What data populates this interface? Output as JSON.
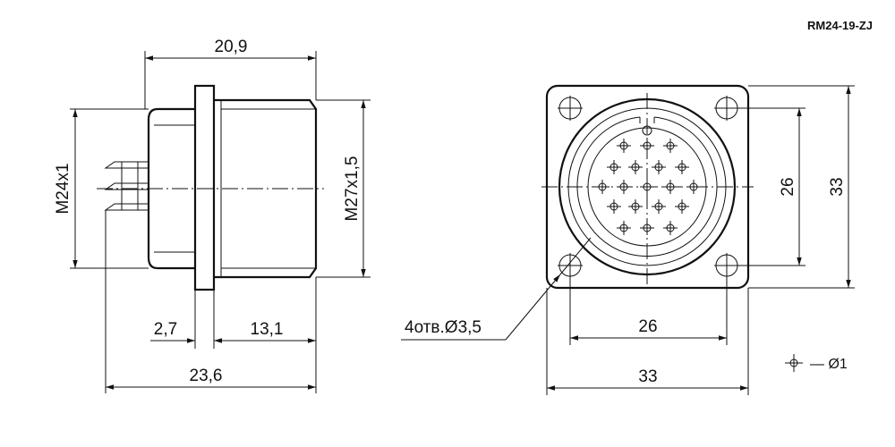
{
  "model": "RM24-19-ZJ",
  "side_view": {
    "overall_width": "20,9",
    "thread_left": "M24x1",
    "thread_right": "M27x1,5",
    "flange_thickness": "2,7",
    "body_length": "13,1",
    "total_length": "23,6"
  },
  "front_view": {
    "hole_spacing_vertical": "26",
    "flange_height": "33",
    "hole_spacing_horizontal": "26",
    "flange_width": "33",
    "mounting_holes_note": "4отв.Ø3,5"
  },
  "legend": {
    "pin_symbol_label": "— Ø1"
  }
}
